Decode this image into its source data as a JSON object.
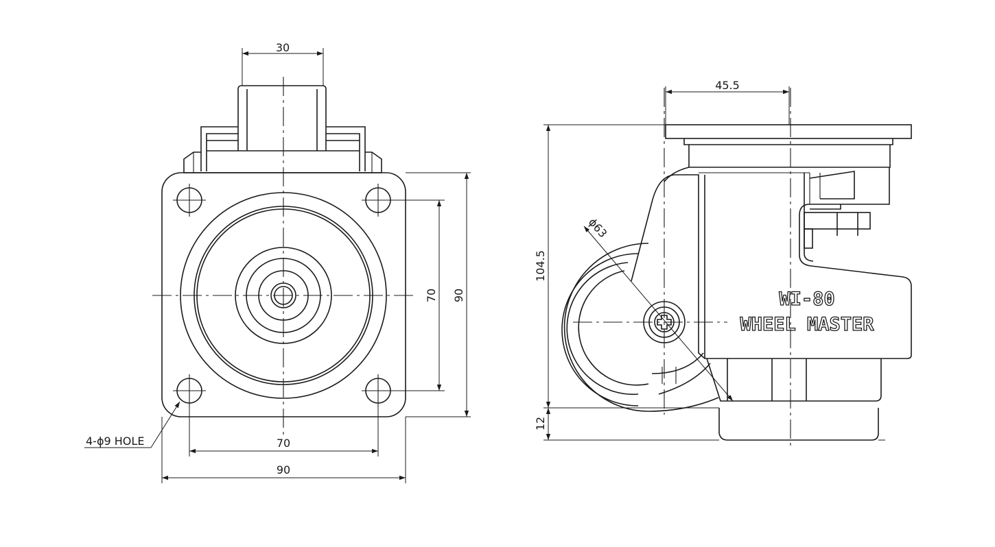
{
  "drawing": {
    "front_view": {
      "dim_top_width": "30",
      "dim_hole_pitch_vertical": "70",
      "dim_plate_height": "90",
      "dim_hole_pitch_horizontal": "70",
      "dim_plate_width": "90",
      "hole_callout": "4-ϕ9 HOLE"
    },
    "side_view": {
      "dim_offset": "45.5",
      "dim_overall_height": "104.5",
      "dim_leveling_pad": "12",
      "dim_wheel_diameter": "ϕ63",
      "model_label": "WI-80",
      "brand_label": "WHEEL MASTER"
    }
  }
}
